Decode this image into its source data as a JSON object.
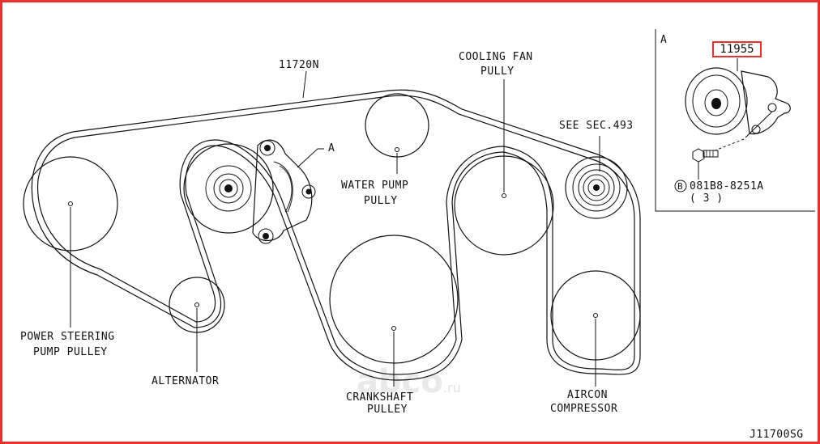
{
  "labels": {
    "belt_part": "11720N",
    "cooling_fan_l1": "COOLING FAN",
    "cooling_fan_l2": "PULLY",
    "see_sec": "SEE SEC.493",
    "a_marker": "A",
    "water_pump_l1": "WATER PUMP",
    "water_pump_l2": "PULLY",
    "power_steering_l1": "POWER STEERING",
    "power_steering_l2": "PUMP PULLEY",
    "alternator": "ALTERNATOR",
    "crankshaft_l1": "CRANKSHAFT",
    "crankshaft_l2": "PULLEY",
    "aircon_l1": "AIRCON",
    "aircon_l2": "COMPRESSOR",
    "ref_code": "J11700SG"
  },
  "inset": {
    "title": "A",
    "tensioner_part": "11955",
    "bolt_marker": "B",
    "bolt_part": "081B8-8251A",
    "bolt_qty": "( 3 )"
  },
  "watermark": {
    "brand": "abco",
    "domain": ".ru"
  },
  "colors": {
    "callout_border": "#e8302e",
    "frame_border": "#e8302e",
    "line": "#111111"
  }
}
